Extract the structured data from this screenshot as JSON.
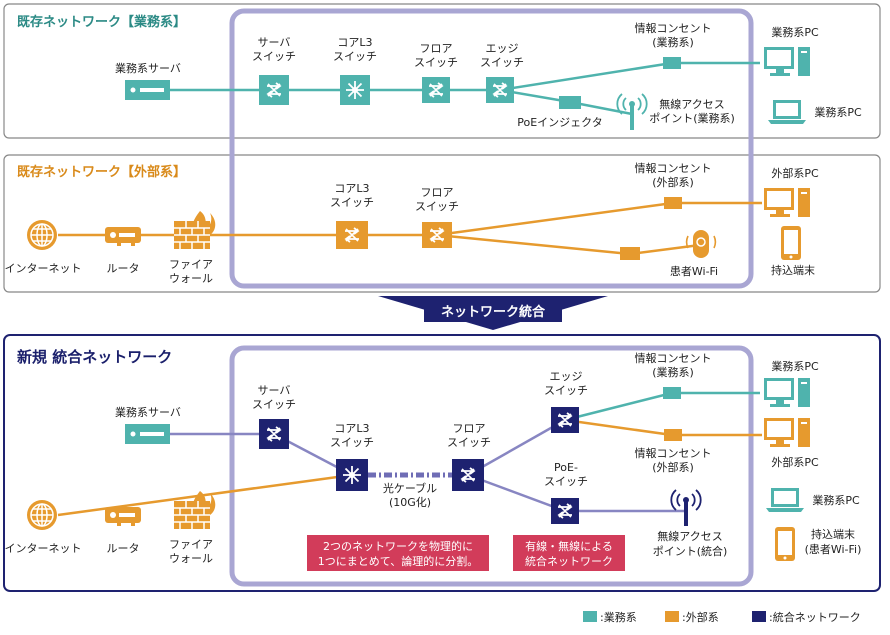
{
  "sections": {
    "existing_business": {
      "title": "既存ネットワーク【業務系】"
    },
    "existing_external": {
      "title": "既存ネットワーク【外部系】"
    },
    "new_integrated": {
      "title": "新規 統合ネットワーク"
    }
  },
  "banner": {
    "label": "ネットワーク統合"
  },
  "labels": {
    "business_server": "業務系サーバ",
    "server_switch_1": "サーバ",
    "server_switch_2": "スイッチ",
    "core_l3_1": "コアL3",
    "core_l3_2": "スイッチ",
    "floor_switch_1": "フロア",
    "floor_switch_2": "スイッチ",
    "edge_switch_1": "エッジ",
    "edge_switch_2": "スイッチ",
    "outlet_business_1": "情報コンセント",
    "outlet_business_2": "(業務系)",
    "outlet_external_1": "情報コンセント",
    "outlet_external_2": "(外部系)",
    "business_pc": "業務系PC",
    "external_pc": "外部系PC",
    "poe_injector": "PoEインジェクタ",
    "wireless_ap_business_1": "無線アクセス",
    "wireless_ap_business_2": "ポイント(業務系)",
    "internet": "インターネット",
    "router": "ルータ",
    "firewall_1": "ファイア",
    "firewall_2": "ウォール",
    "patient_wifi": "患者Wi-Fi",
    "carry_in_terminal": "持込端末",
    "carry_in_terminal_new_1": "持込端末",
    "carry_in_terminal_new_2": "(患者Wi-Fi)",
    "poe_switch_1": "PoE-",
    "poe_switch_2": "スイッチ",
    "optical_cable_1": "光ケーブル",
    "optical_cable_2": "(10G化)",
    "wireless_ap_integrated_1": "無線アクセス",
    "wireless_ap_integrated_2": "ポイント(統合)"
  },
  "notes": {
    "physical_1": "2つのネットワークを物理的に",
    "physical_2": "1つにまとめて、論理的に分割。",
    "wired_1": "有線・無線による",
    "wired_2": "統合ネットワーク"
  },
  "legend": {
    "business": ":業務系",
    "external": ":外部系",
    "integrated": ":統合ネットワーク"
  },
  "colors": {
    "business": "#4fb3ad",
    "external": "#e69a2e",
    "integrated": "#1e2270",
    "lavender": "#a9a6d3",
    "note_bg": "#d23c5a"
  }
}
